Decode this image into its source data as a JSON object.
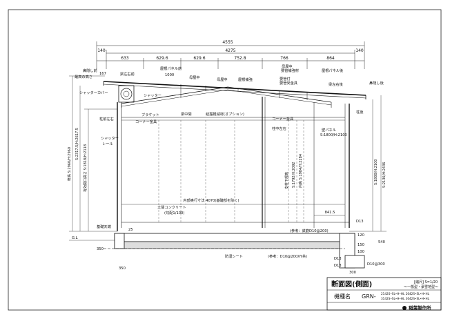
{
  "dims_top": {
    "overall": "4555",
    "sub_total": "4275",
    "left_offset": "140",
    "right_offset": "140",
    "segments": [
      "633",
      "629.6",
      "629.6",
      "752.8",
      "766",
      "864"
    ]
  },
  "dim_1000": "1000",
  "dim_167": "167",
  "labels_top": {
    "hanakakushi_mae": "鼻隠し前",
    "hanakakushi_ushiro": "鼻隠し後",
    "yanepanel_mae": "屋根パネル前",
    "yanepanel_ushiro": "屋根パネル後",
    "hari_left_mae": "梁左右前",
    "hari_left_ushiro": "梁左右後",
    "moya_naka_1": "母屋中",
    "moya_naka_2": "母屋中",
    "moya_naka_3": "母屋中",
    "moya_kaname": "要管補強材",
    "yane_sasae": "屋根補強",
    "shuttou_cover": "シャッターカバー",
    "shutter": "シャッター",
    "bracket": "ブラケット",
    "hari_naka": "梁中間",
    "corner_kanagu_left": "コーナー金具",
    "corner_kanagu_right": "コーナー金具",
    "hashira_left": "柱前左右",
    "hashira_naka": "柱中左右",
    "shutter_rail_1": "シャッター",
    "shutter_rail_2": "レール",
    "kabe_panel": "壁パネル",
    "kabe_panel_size": "S:1800/H:2100",
    "hashira_ushiro": "柱後",
    "option_label": "結露軽減材(オプション)",
    "yoko_tsugi": "要管付",
    "yoko_tsugi2": "要管受金具",
    "max_height": "最高の高さ"
  },
  "vertical_labels": {
    "left_overall": "軒高 S:2960/H:2960",
    "left_mid": "S:2317.5/H:2617.5",
    "left_opening": "有効開口高さ S:1818/H:2118",
    "right_outer": "S:2136/H:2436",
    "right_inner": "S:1800/H:2100",
    "inner_height": "内高 S:1984/H:2284",
    "naka_height": "S:1792/H:2092",
    "naka_label": "支柱下部高"
  },
  "interior": {
    "inner_dim": "内部奥行寸法 4070(基礎部を除く)",
    "concrete": "土間コンクリート",
    "concrete_slope": "(勾配1/100)",
    "dim_841": "841.5",
    "dim_25": "25",
    "note_top": "(参考：鉄筋D10@200)",
    "note_bottom": "(参考：D10@200XY共)",
    "boushitsu": "防湿シート",
    "kiso_tenba": "基礎天端",
    "gl": "G.L"
  },
  "foundation_dims": {
    "left_350h": "350",
    "left_350w": "350",
    "d13_top": "D13",
    "d13_a": "D13",
    "d13_b": "D13",
    "d10": "D10@300",
    "r120": "120",
    "r540": "540",
    "r300": "300",
    "r100": "100",
    "r150": "150"
  },
  "title_block": {
    "title": "断面図(側面)",
    "scale": "[縮尺] S=1/20",
    "sub": "～一般型・豪雪地型～",
    "model_label": "機種名",
    "model": "GRN-",
    "models": [
      "2142S•SL•H•HL  2642S•SL•H•HL",
      "3142S•SL•H•HL  3642S•SL•H•HL"
    ],
    "company": "稲葉製作所"
  }
}
